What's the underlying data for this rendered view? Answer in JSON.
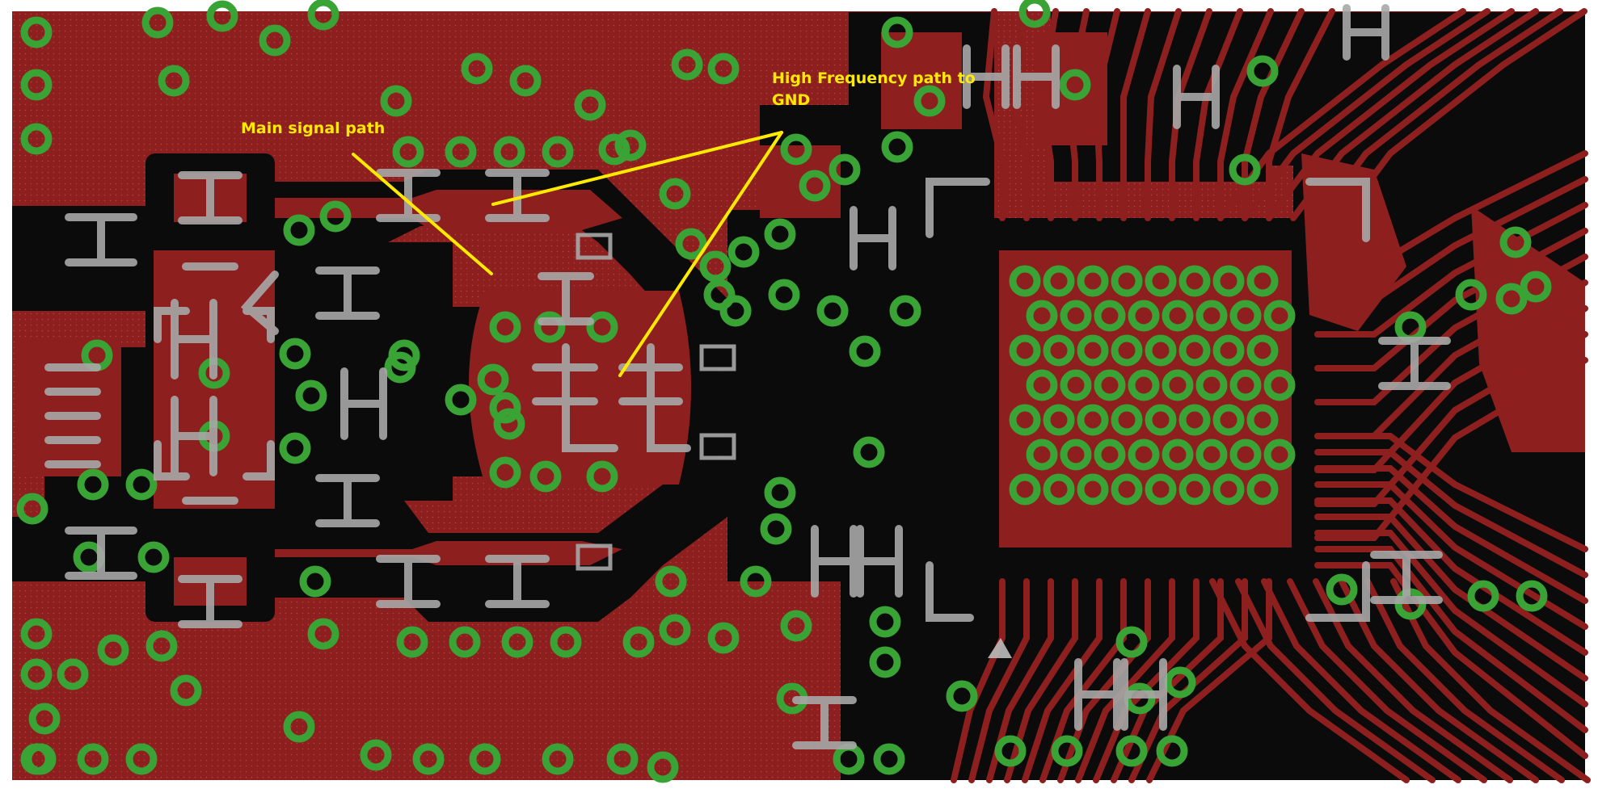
{
  "annotations": {
    "main_signal_path": "Main signal path",
    "hf_path_line1": "High Frequency path to",
    "hf_path_line2": "GND"
  },
  "colors": {
    "background": "#ffffff",
    "copper_pour": "#8e1f1f",
    "copper_clearance": "#0b0b0b",
    "via_ring": "#3aa335",
    "silkscreen": "#a8a8a8",
    "annotation": "#ffea00"
  }
}
